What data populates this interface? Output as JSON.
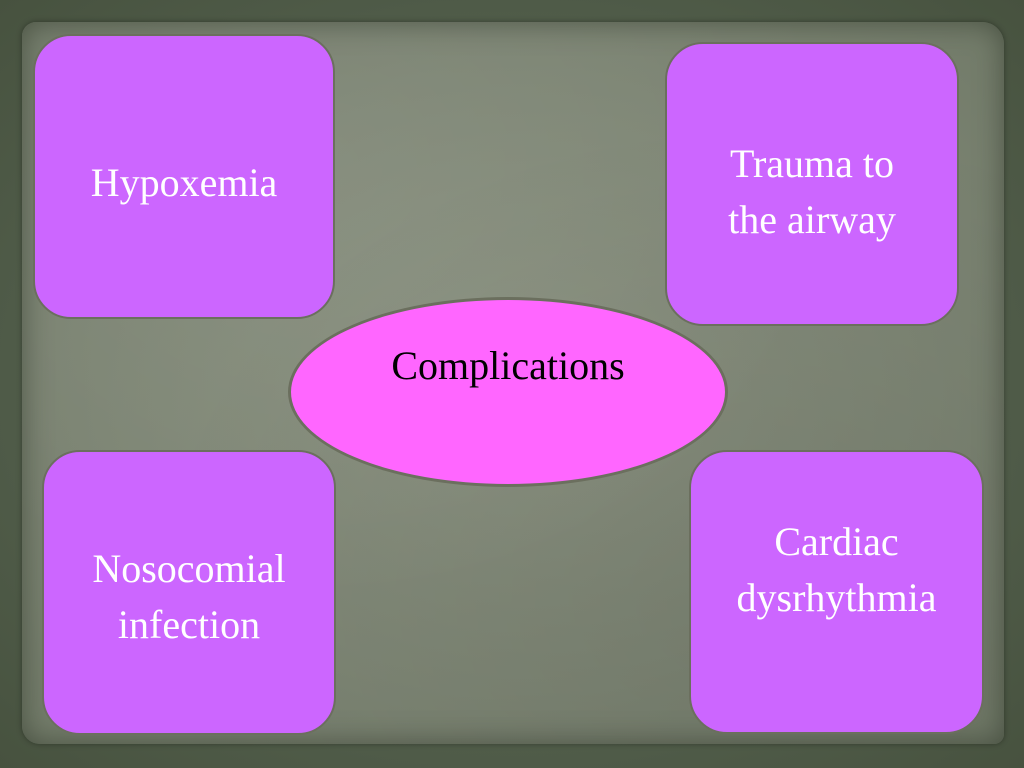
{
  "diagram": {
    "center": {
      "label": "Complications"
    },
    "nodes": [
      {
        "id": "hypoxemia",
        "lines": [
          "Hypoxemia"
        ]
      },
      {
        "id": "trauma",
        "lines": [
          "Trauma to",
          "the airway"
        ]
      },
      {
        "id": "nosocomial",
        "lines": [
          "Nosocomial",
          "infection"
        ]
      },
      {
        "id": "cardiac",
        "lines": [
          "Cardiac",
          "dysrhythmia"
        ]
      }
    ]
  },
  "colors": {
    "box_fill": "#cc66ff",
    "center_fill": "#ff66ff",
    "box_text": "#ffffff",
    "center_text": "#000000",
    "paper": "#7d8574",
    "background": "#56604d"
  }
}
